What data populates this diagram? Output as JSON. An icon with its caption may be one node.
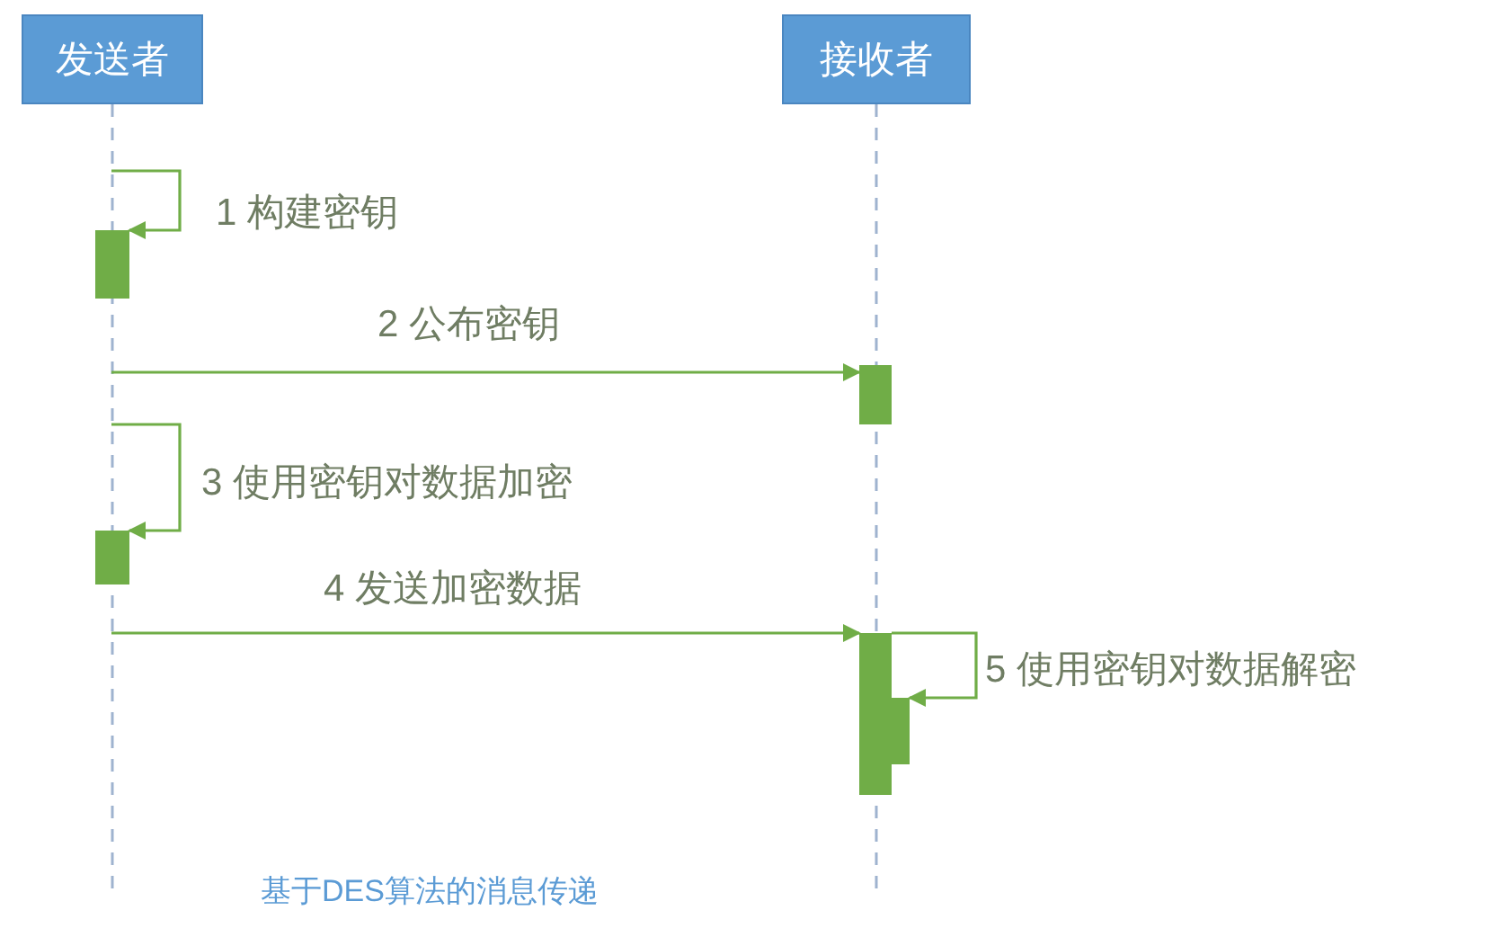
{
  "diagram": {
    "caption": "基于DES算法的消息传递",
    "nodes": [
      {
        "text": [
          "发送者"
        ]
      },
      {
        "text": [
          "接收者"
        ]
      },
      {
        "text": [],
        "shape": "bar"
      },
      {
        "text": [],
        "shape": "bar"
      },
      {
        "text": [],
        "shape": "bar"
      },
      {
        "text": [],
        "shape": "bar"
      },
      {
        "text": [],
        "shape": "bar"
      }
    ],
    "edges": [
      {
        "from": null,
        "to": 2,
        "arrow": "to",
        "label": "1 构建密钥"
      },
      {
        "from": null,
        "to": 3,
        "arrow": "to",
        "label": "2 公布密钥"
      },
      {
        "from": null,
        "to": 4,
        "arrow": "to",
        "label": "3 使用密钥对数据加密"
      },
      {
        "from": null,
        "to": 5,
        "arrow": "to",
        "label": "4 发送加密数据"
      },
      {
        "from": 5,
        "to": 6,
        "arrow": "to",
        "label": "5 使用密钥对数据解密"
      }
    ]
  }
}
